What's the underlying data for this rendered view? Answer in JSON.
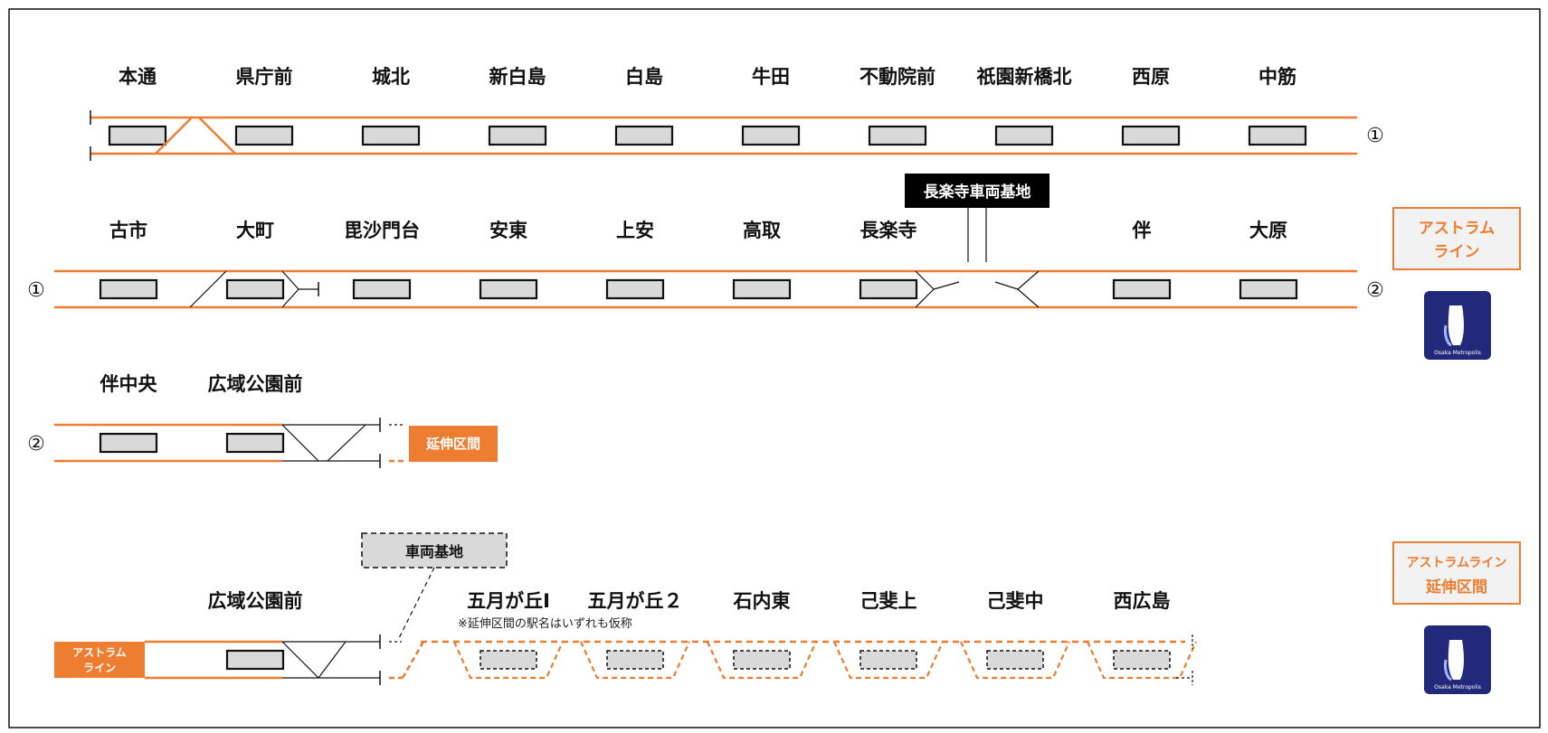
{
  "row1": {
    "stations": [
      "本通",
      "県庁前",
      "城北",
      "新白島",
      "白島",
      "牛田",
      "不動院前",
      "祇園新橋北",
      "西原",
      "中筋"
    ],
    "end_marker": "①"
  },
  "row2": {
    "start_marker": "①",
    "stations": [
      "古市",
      "大町",
      "毘沙門台",
      "安東",
      "上安",
      "高取",
      "長楽寺",
      "伴",
      "大原"
    ],
    "depot_label": "長楽寺車両基地",
    "end_marker": "②"
  },
  "row3": {
    "start_marker": "②",
    "stations": [
      "伴中央",
      "広域公園前"
    ],
    "extension_box": "延伸区間"
  },
  "row4": {
    "terminal_station": "広域公園前",
    "line_box": [
      "アストラム",
      "ライン"
    ],
    "depot_label": "車両基地",
    "new_stations": [
      "五月が丘Ⅰ",
      "五月が丘２",
      "石内東",
      "己斐上",
      "己斐中",
      "西広島"
    ],
    "note": "※延伸区間の駅名はいずれも仮称"
  },
  "legend1": {
    "lines": [
      "アストラム",
      "ライン"
    ]
  },
  "legend2": {
    "lines": [
      "アストラムライン",
      "延伸区間"
    ]
  },
  "logo": {
    "text": "Osaka Metropolis",
    "icon": "metropolis-logo-icon"
  },
  "colors": {
    "line": "#ed7d31",
    "platform": "#d9d9d9",
    "ink": "#111111",
    "legend_bg": "#f2f2f2",
    "logo_bg": "#22287a"
  }
}
